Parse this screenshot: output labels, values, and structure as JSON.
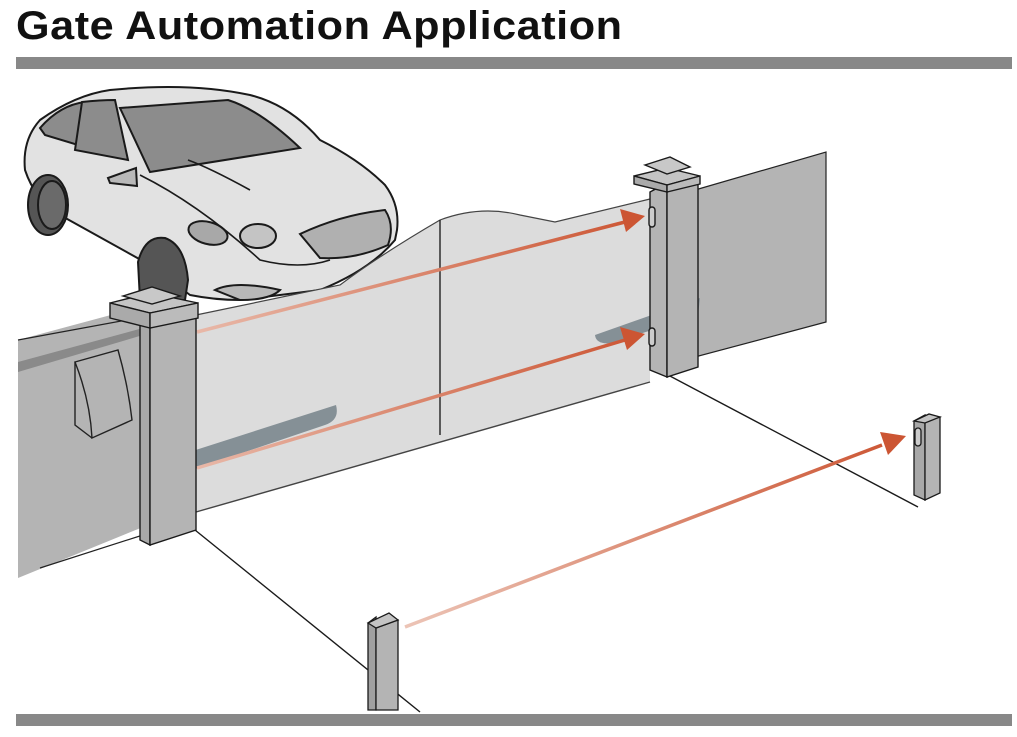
{
  "title": "Gate Automation Application",
  "diagram": {
    "subject": "Sliding gate with infrared safety beam sensors",
    "elements": [
      {
        "name": "car",
        "description": "Car approaching the gate"
      },
      {
        "name": "left-gate-pillar",
        "description": "Pillar holding transmitters"
      },
      {
        "name": "right-gate-pillar",
        "description": "Pillar holding receivers"
      },
      {
        "name": "sliding-gate",
        "description": "Two-panel sliding gate with curved top"
      },
      {
        "name": "left-wall",
        "description": "Wall with gate motor housing"
      },
      {
        "name": "right-wall",
        "description": "Wall panel behind right pillar"
      },
      {
        "name": "ground-post-transmitter",
        "description": "Free-standing transmitter post"
      },
      {
        "name": "ground-post-receiver",
        "description": "Free-standing receiver post"
      }
    ],
    "beams": [
      {
        "name": "upper-beam",
        "from": "left-gate-pillar",
        "to": "right-gate-pillar upper receiver"
      },
      {
        "name": "lower-beam",
        "from": "left-gate-pillar",
        "to": "right-gate-pillar lower receiver"
      },
      {
        "name": "ground-beam",
        "from": "ground-post-transmitter",
        "to": "ground-post-receiver"
      }
    ],
    "colors": {
      "beam": "#cc5533",
      "beam_faded": "#e8b8a8",
      "sensor_shadow": "#859096",
      "gate_fill": "#dcdcdc",
      "wall_fill": "#b4b4b4",
      "car_body": "#e2e2e2",
      "car_glass": "#8c8c8c",
      "bar": "#888888"
    }
  }
}
